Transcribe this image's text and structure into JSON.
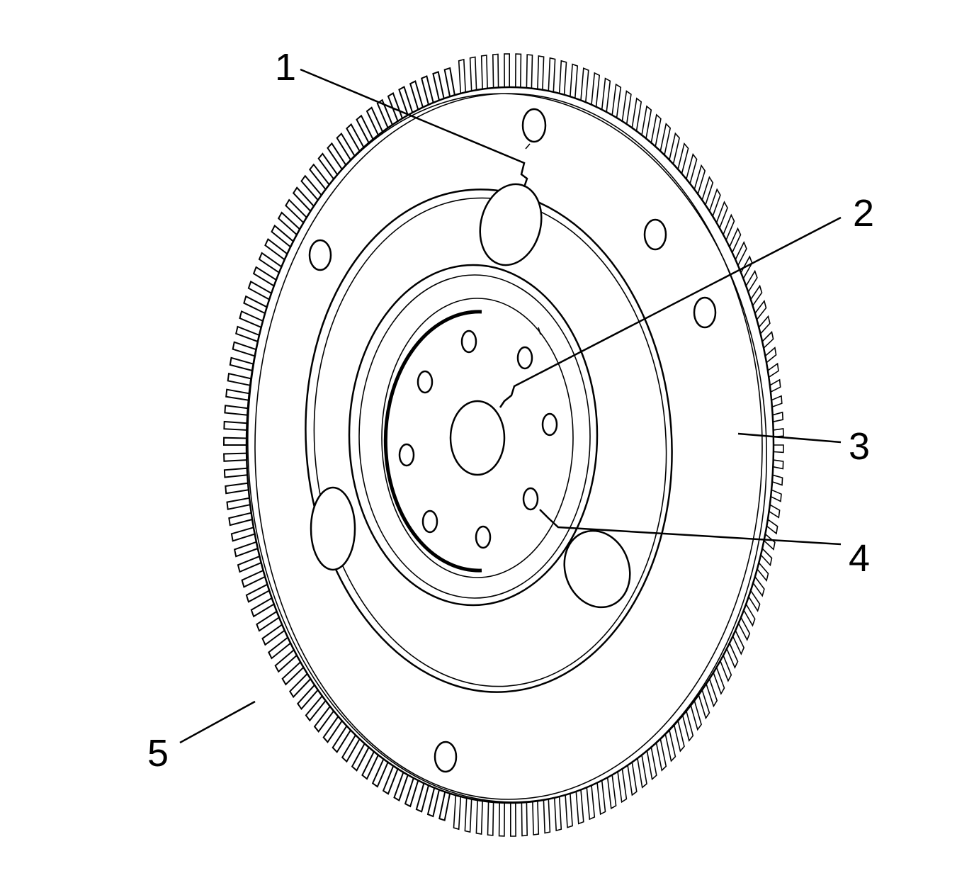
{
  "diagram": {
    "callouts": [
      {
        "id": "1",
        "label": "1"
      },
      {
        "id": "2",
        "label": "2"
      },
      {
        "id": "3",
        "label": "3"
      },
      {
        "id": "4",
        "label": "4"
      },
      {
        "id": "5",
        "label": "5"
      }
    ],
    "tooth_count": 150,
    "bolt_hole_count": 8,
    "line_color": "#000000",
    "background_color": "#ffffff"
  }
}
